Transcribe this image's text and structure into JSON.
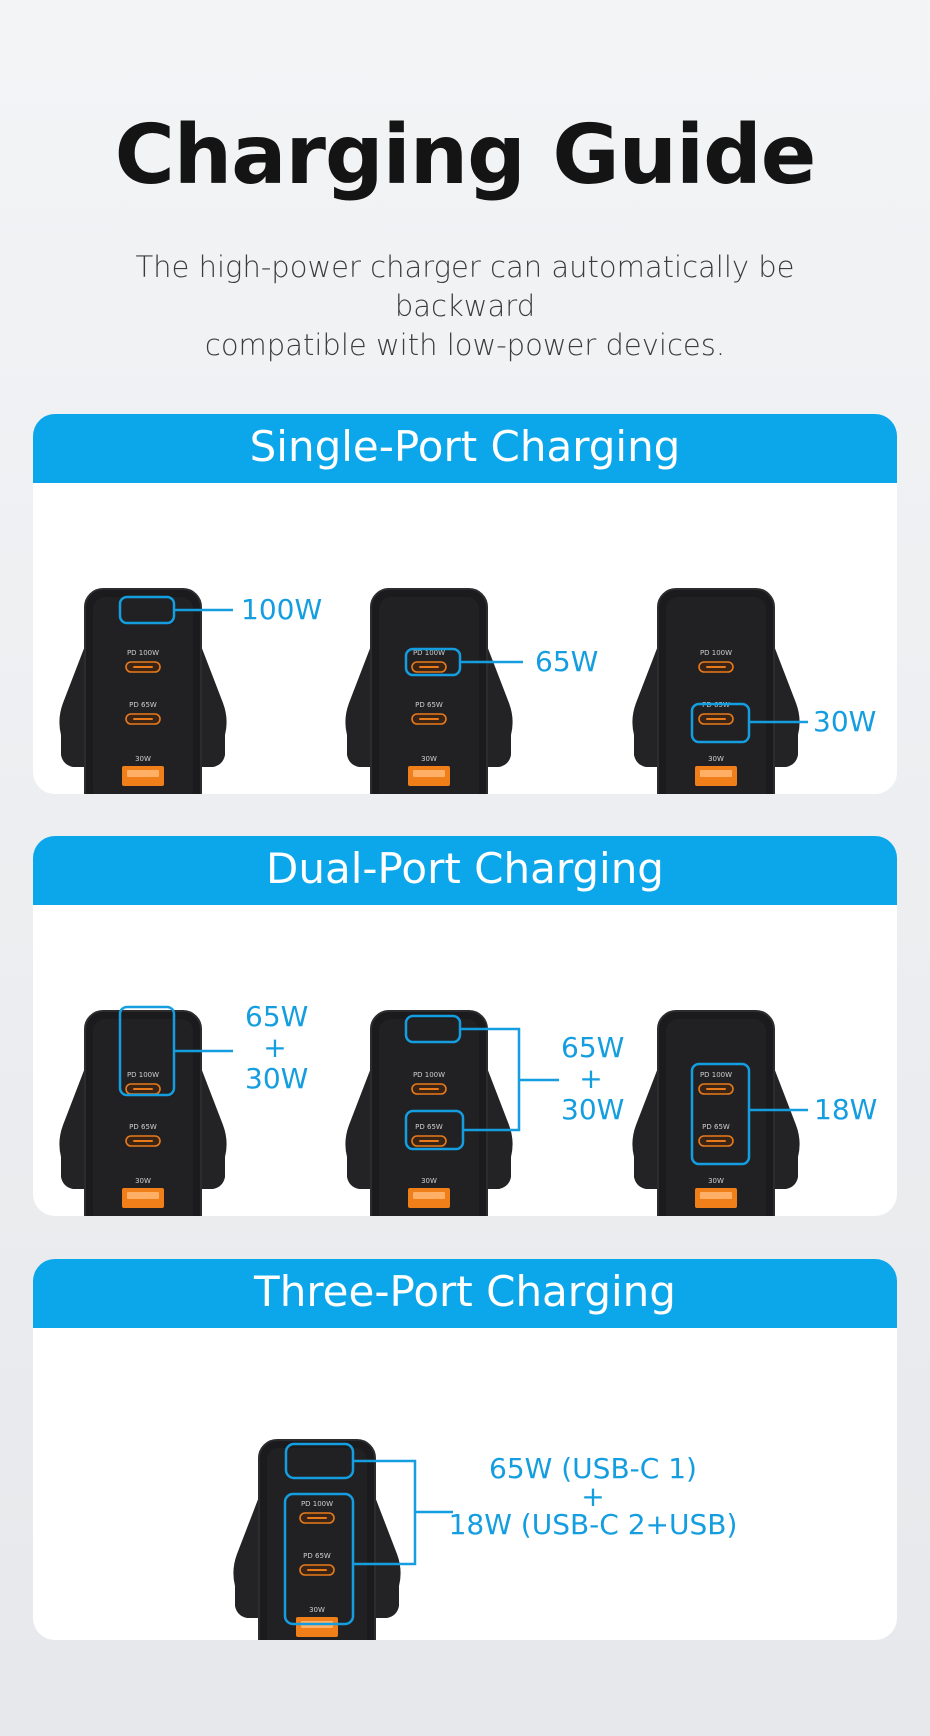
{
  "header": {
    "title": "Charging Guide",
    "subtitle_line1": "The high-power charger can automatically be backward",
    "subtitle_line2": "compatible with low-power devices."
  },
  "ports": {
    "pd100": "PD 100W",
    "pd65": "PD 65W",
    "usb30": "30W"
  },
  "single": {
    "title": "Single-Port Charging",
    "labels": [
      "100W",
      "65W",
      "30W"
    ]
  },
  "dual": {
    "title": "Dual-Port Charging",
    "labels": [
      [
        "65W",
        "+",
        "30W"
      ],
      [
        "65W",
        "+",
        "30W"
      ],
      [
        "18W"
      ]
    ]
  },
  "three": {
    "title": "Three-Port Charging",
    "line1": "65W (USB-C 1)",
    "plus": "+",
    "line2": "18W (USB-C 2+USB)"
  },
  "colors": {
    "accent": "#0ba7ea",
    "label": "#149ee0",
    "port_orange": "#f07f1a",
    "charger_body": "#1b1b1d"
  }
}
